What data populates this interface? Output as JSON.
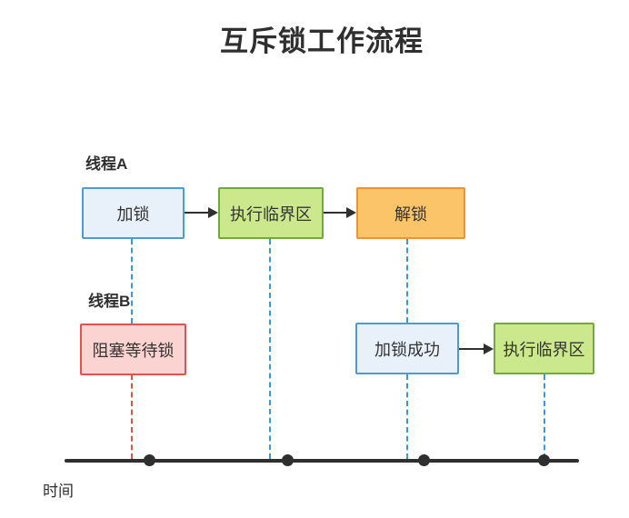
{
  "title": "互斥锁工作流程",
  "threads": [
    {
      "label": "线程A",
      "nodes": [
        {
          "label": "加锁",
          "color": "blue"
        },
        {
          "label": "执行临界区",
          "color": "green"
        },
        {
          "label": "解锁",
          "color": "orange"
        }
      ]
    },
    {
      "label": "线程B",
      "nodes": [
        {
          "label": "阻塞等待锁",
          "color": "red"
        },
        {
          "label": "加锁成功",
          "color": "blue"
        },
        {
          "label": "执行临界区",
          "color": "green"
        }
      ]
    }
  ],
  "timeline": {
    "label": "时间",
    "tick_count": 4
  },
  "colors": {
    "ink": "#2f2f2f",
    "text": "#333333",
    "blue_fill": "#e8f1f9",
    "blue_border": "#4e9bd4",
    "green_fill": "#cbe98c",
    "green_border": "#74a83a",
    "orange_fill": "#fcc469",
    "orange_border": "#ef9135",
    "red_fill": "#fbd4d2",
    "red_border": "#e05351",
    "dash_blue": "#3e96dc",
    "dash_red": "#e0504d"
  }
}
